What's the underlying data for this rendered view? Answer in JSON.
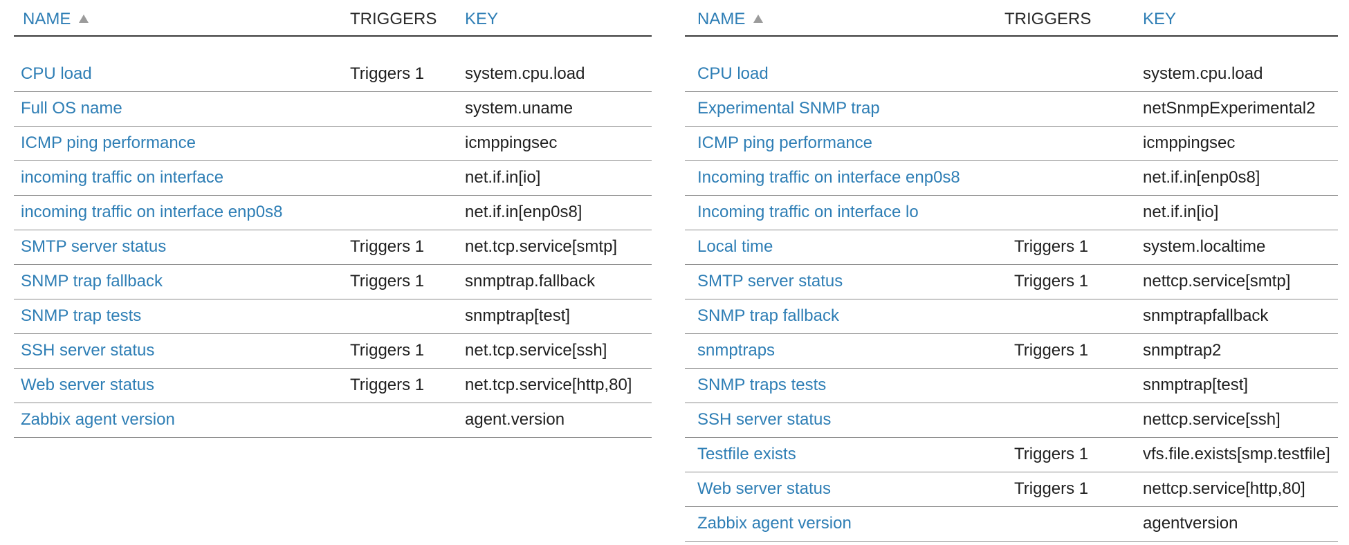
{
  "left_table": {
    "headers": {
      "name": "NAME",
      "triggers": "TRIGGERS",
      "key": "KEY"
    },
    "rows": [
      {
        "name": "CPU load",
        "triggers": "Triggers 1",
        "key": "system.cpu.load"
      },
      {
        "name": "Full OS name",
        "triggers": "",
        "key": "system.uname"
      },
      {
        "name": "ICMP ping performance",
        "triggers": "",
        "key": "icmppingsec"
      },
      {
        "name": "incoming traffic on interface",
        "triggers": "",
        "key": "net.if.in[io]"
      },
      {
        "name": "incoming traffic on interface enp0s8",
        "triggers": "",
        "key": "net.if.in[enp0s8]"
      },
      {
        "name": "SMTP server status",
        "triggers": "Triggers 1",
        "key": "net.tcp.service[smtp]"
      },
      {
        "name": "SNMP trap fallback",
        "triggers": "Triggers 1",
        "key": "snmptrap.fallback"
      },
      {
        "name": "SNMP trap tests",
        "triggers": "",
        "key": "snmptrap[test]"
      },
      {
        "name": "SSH server status",
        "triggers": "Triggers 1",
        "key": "net.tcp.service[ssh]"
      },
      {
        "name": "Web server status",
        "triggers": "Triggers 1",
        "key": "net.tcp.service[http,80]"
      },
      {
        "name": "Zabbix agent version",
        "triggers": "",
        "key": "agent.version"
      }
    ]
  },
  "right_table": {
    "headers": {
      "name": "NAME",
      "triggers": "TRIGGERS",
      "key": "KEY"
    },
    "rows": [
      {
        "name": "CPU load",
        "triggers": "",
        "key": "system.cpu.load"
      },
      {
        "name": "Experimental SNMP trap",
        "triggers": "",
        "key": "netSnmpExperimental2"
      },
      {
        "name": "ICMP ping performance",
        "triggers": "",
        "key": "icmppingsec"
      },
      {
        "name": "Incoming traffic on interface enp0s8",
        "triggers": "",
        "key": "net.if.in[enp0s8]"
      },
      {
        "name": "Incoming traffic on interface lo",
        "triggers": "",
        "key": "net.if.in[io]"
      },
      {
        "name": "Local time",
        "triggers": "Triggers 1",
        "key": "system.localtime"
      },
      {
        "name": "SMTP server status",
        "triggers": "Triggers 1",
        "key": "nettcp.service[smtp]"
      },
      {
        "name": "SNMP trap fallback",
        "triggers": "",
        "key": "snmptrapfallback"
      },
      {
        "name": "snmptraps",
        "triggers": "Triggers 1",
        "key": "snmptrap2"
      },
      {
        "name": "SNMP traps tests",
        "triggers": "",
        "key": "snmptrap[test]"
      },
      {
        "name": "SSH server status",
        "triggers": "",
        "key": "nettcp.service[ssh]"
      },
      {
        "name": "Testfile exists",
        "triggers": "Triggers 1",
        "key": "vfs.file.exists[smp.testfile]"
      },
      {
        "name": "Web server status",
        "triggers": "Triggers 1",
        "key": "nettcp.service[http,80]"
      },
      {
        "name": "Zabbix agent version",
        "triggers": "",
        "key": "agentversion"
      }
    ]
  },
  "colors": {
    "link": "#2e7eb5",
    "text": "#1f1f1f",
    "sort_icon": "#9b9b9b"
  },
  "icons": {
    "sort": "sort-ascending-icon"
  }
}
